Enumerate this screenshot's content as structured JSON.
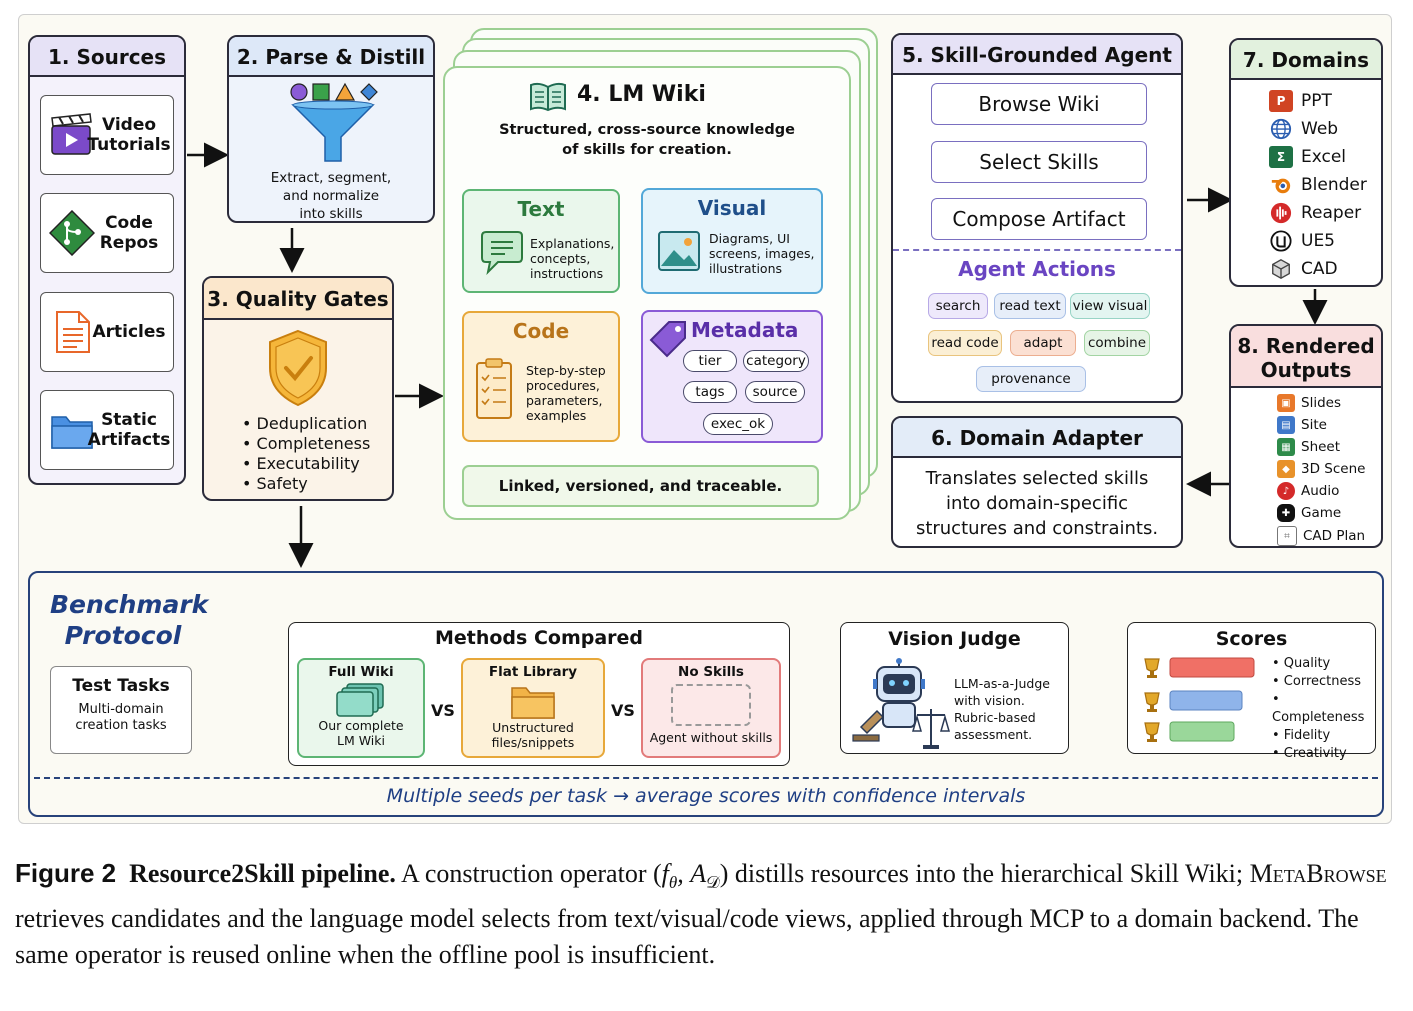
{
  "sources": {
    "title": "1. Sources",
    "items": [
      {
        "label": "Video\nTutorials",
        "icon": "video-clapper-icon"
      },
      {
        "label": "Code\nRepos",
        "icon": "git-branch-icon"
      },
      {
        "label": "Articles",
        "icon": "document-icon"
      },
      {
        "label": "Static\nArtifacts",
        "icon": "folder-icon"
      }
    ]
  },
  "parse": {
    "title": "2. Parse & Distill",
    "desc_lines": [
      "Extract, segment,",
      "and normalize",
      "into skills"
    ]
  },
  "quality": {
    "title": "3. Quality Gates",
    "items": [
      "• Deduplication",
      "• Completeness",
      "• Executability",
      "• Safety"
    ]
  },
  "wiki": {
    "title": "4. LM Wiki",
    "subtitle_lines": [
      "Structured, cross-source knowledge",
      "of skills for creation."
    ],
    "text_card": {
      "title": "Text",
      "desc_lines": [
        "Explanations,",
        "concepts,",
        "instructions"
      ]
    },
    "visual_card": {
      "title": "Visual",
      "desc_lines": [
        "Diagrams, UI",
        "screens, images,",
        "illustrations"
      ]
    },
    "code_card": {
      "title": "Code",
      "desc_lines": [
        "Step-by-step",
        "procedures,",
        "parameters,",
        "examples"
      ]
    },
    "metadata_card": {
      "title": "Metadata",
      "tags": [
        "tier",
        "category",
        "tags",
        "source",
        "exec_ok"
      ]
    },
    "footer": "Linked, versioned, and traceable."
  },
  "agent": {
    "title": "5. Skill-Grounded Agent",
    "steps": [
      "Browse Wiki",
      "Select Skills",
      "Compose Artifact"
    ],
    "actions_title": "Agent Actions",
    "actions": [
      "search",
      "read text",
      "view visual",
      "read code",
      "adapt",
      "combine",
      "provenance"
    ]
  },
  "adapter": {
    "title": "6. Domain Adapter",
    "desc_lines": [
      "Translates selected skills",
      "into domain-specific",
      "structures and constraints."
    ]
  },
  "domains": {
    "title": "7. Domains",
    "items": [
      {
        "label": "PPT",
        "icon": "powerpoint-icon",
        "color": "#d04423"
      },
      {
        "label": "Web",
        "icon": "globe-icon",
        "color": "#2a5db0"
      },
      {
        "label": "Excel",
        "icon": "excel-icon",
        "color": "#1e7145"
      },
      {
        "label": "Blender",
        "icon": "blender-icon",
        "color": "#e87d0d"
      },
      {
        "label": "Reaper",
        "icon": "reaper-icon",
        "color": "#d42a2a"
      },
      {
        "label": "UE5",
        "icon": "unreal-icon",
        "color": "#111111"
      },
      {
        "label": "CAD",
        "icon": "cube-icon",
        "color": "#666666"
      }
    ]
  },
  "outputs": {
    "title_lines": [
      "8. Rendered",
      "Outputs"
    ],
    "items": [
      {
        "label": "Slides",
        "icon": "slides-icon",
        "color": "#e8782a"
      },
      {
        "label": "Site",
        "icon": "browser-icon",
        "color": "#3f78c9"
      },
      {
        "label": "Sheet",
        "icon": "sheet-icon",
        "color": "#2e8b4a"
      },
      {
        "label": "3D Scene",
        "icon": "cube-icon",
        "color": "#e8922a"
      },
      {
        "label": "Audio",
        "icon": "audio-icon",
        "color": "#d42a2a"
      },
      {
        "label": "Game",
        "icon": "gamepad-icon",
        "color": "#111111"
      },
      {
        "label": "CAD Plan",
        "icon": "floorplan-icon",
        "color": "#777777"
      }
    ]
  },
  "benchmark": {
    "title_lines": [
      "Benchmark",
      "Protocol"
    ],
    "test_tasks": {
      "title": "Test Tasks",
      "desc_lines": [
        "Multi-domain",
        "creation tasks"
      ]
    },
    "methods": {
      "title": "Methods Compared",
      "full": {
        "title": "Full Wiki",
        "desc_lines": [
          "Our complete",
          "LM Wiki"
        ]
      },
      "flat": {
        "title": "Flat Library",
        "desc_lines": [
          "Unstructured",
          "files/snippets"
        ]
      },
      "none": {
        "title": "No Skills",
        "desc_lines": [
          "Agent without skills"
        ]
      },
      "vs": "VS"
    },
    "judge": {
      "title": "Vision Judge",
      "desc_lines": [
        "LLM-as-a-Judge",
        "with vision.",
        "Rubric-based",
        "assessment."
      ]
    },
    "scores": {
      "title": "Scores",
      "criteria": [
        "• Quality",
        "• Correctness",
        "• Completeness",
        "• Fidelity",
        "• Creativity"
      ]
    },
    "footer": "Multiple seeds per task → average scores with confidence intervals"
  },
  "caption": {
    "fig_label": "Figure 2",
    "bold_title": "Resource2Skill pipeline.",
    "part1": " A construction operator (",
    "math": "f",
    "math_sub": "θ",
    "math2": ", A",
    "math2_sub": "𝒟",
    "part2": ") distills resources into the hierarchical Skill Wiki; ",
    "smallcaps": "MetaBrowse",
    "part3": " retrieves candidates and the language model selects from text/visual/code views, applied through MCP to a domain backend. The same operator is reused online when the offline pool is insufficient."
  }
}
